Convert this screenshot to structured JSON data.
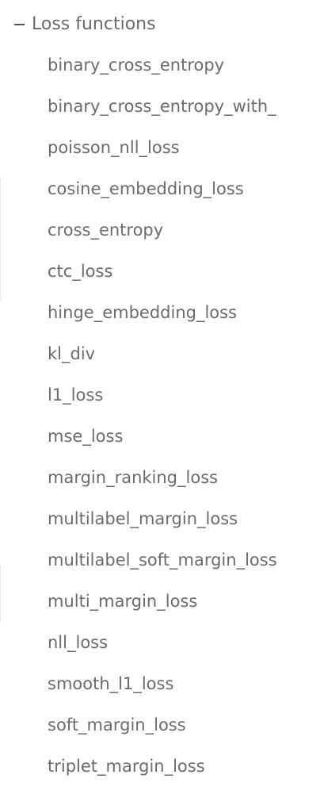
{
  "section": {
    "title": "Loss functions",
    "expanded": true,
    "collapse_icon": "minus-icon"
  },
  "items": [
    {
      "label": "binary_cross_entropy"
    },
    {
      "label": "binary_cross_entropy_with_logits"
    },
    {
      "label": "poisson_nll_loss"
    },
    {
      "label": "cosine_embedding_loss"
    },
    {
      "label": "cross_entropy"
    },
    {
      "label": "ctc_loss"
    },
    {
      "label": "hinge_embedding_loss"
    },
    {
      "label": "kl_div"
    },
    {
      "label": "l1_loss"
    },
    {
      "label": "mse_loss"
    },
    {
      "label": "margin_ranking_loss"
    },
    {
      "label": "multilabel_margin_loss"
    },
    {
      "label": "multilabel_soft_margin_loss"
    },
    {
      "label": "multi_margin_loss"
    },
    {
      "label": "nll_loss"
    },
    {
      "label": "smooth_l1_loss"
    },
    {
      "label": "soft_margin_loss"
    },
    {
      "label": "triplet_margin_loss"
    }
  ]
}
